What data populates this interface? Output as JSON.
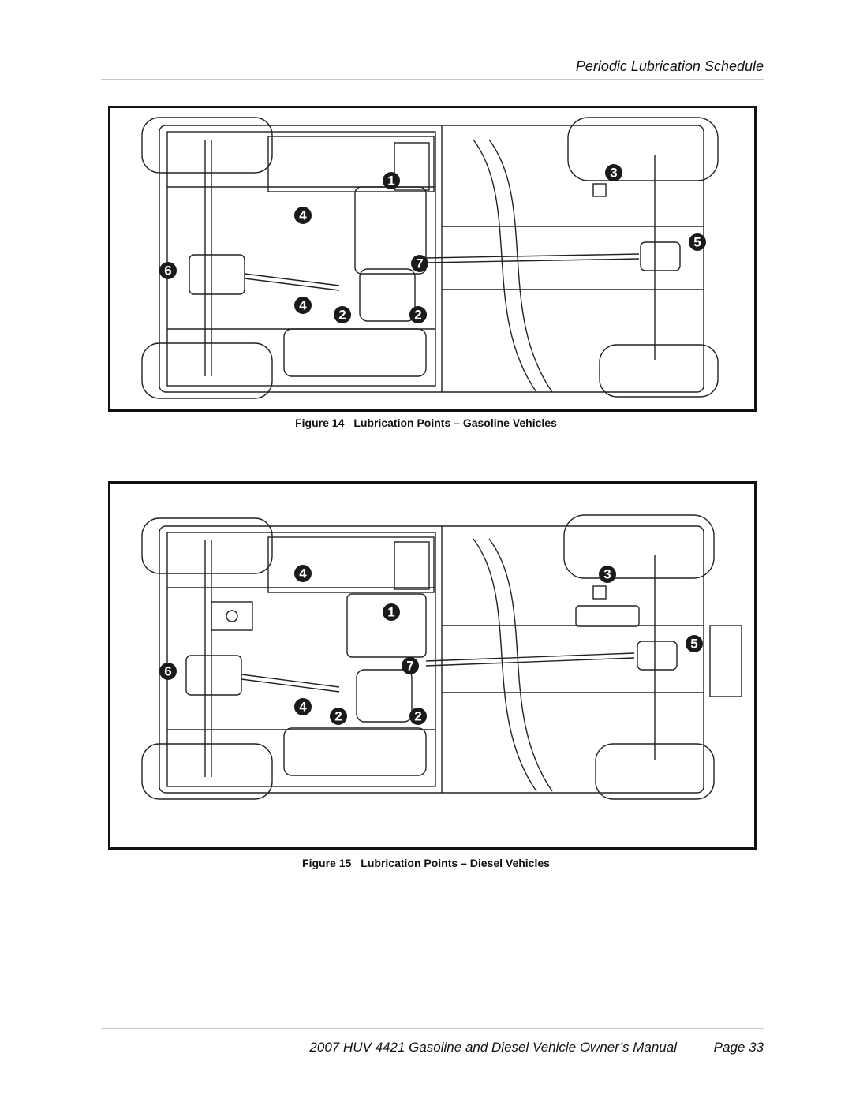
{
  "header": {
    "title": "Periodic Lubrication Schedule"
  },
  "figures": [
    {
      "caption_number": "Figure 14",
      "caption_text": "Lubrication Points – Gasoline Vehicles",
      "callouts": [
        "1",
        "4",
        "6",
        "7",
        "4",
        "2",
        "2",
        "3",
        "5"
      ]
    },
    {
      "caption_number": "Figure 15",
      "caption_text": "Lubrication Points – Diesel Vehicles",
      "callouts": [
        "4",
        "1",
        "6",
        "7",
        "4",
        "2",
        "2",
        "3",
        "5"
      ]
    }
  ],
  "footer": {
    "manual_title": "2007 HUV 4421 Gasoline and Diesel Vehicle Owner’s Manual",
    "page": "Page 33"
  }
}
